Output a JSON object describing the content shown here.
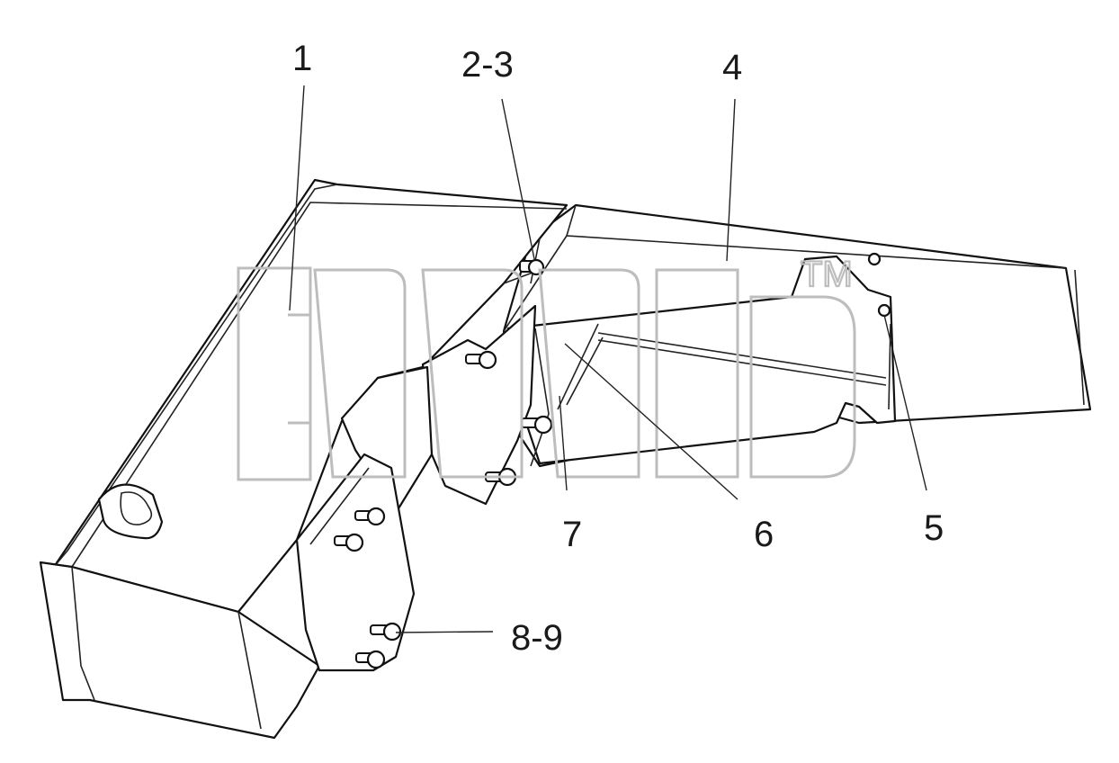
{
  "callouts": {
    "c1": "1",
    "c2_3": "2-3",
    "c4": "4",
    "c5": "5",
    "c6": "6",
    "c7": "7",
    "c8_9": "8-9"
  },
  "watermark": {
    "trademark": "TM"
  },
  "colors": {
    "line": "#111111",
    "watermark": "#bdbdbd",
    "background": "#ffffff"
  }
}
